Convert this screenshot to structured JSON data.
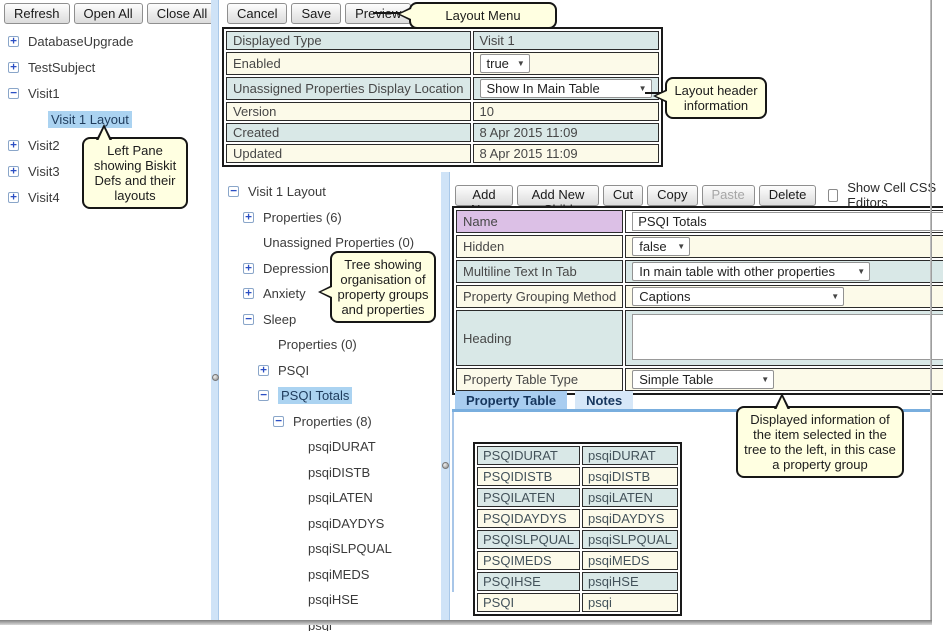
{
  "colors": {
    "row_teal": "#d9e8e7",
    "row_cream": "#fcfae9",
    "name_label_lavender": "#dcc0e6",
    "selection_blue": "#abd3f1",
    "divider_blue": "#cfe3f7",
    "tab_active_blue": "#a9cdf0",
    "tab_underline_blue": "#79aede",
    "callout_yellow": "#ffffe1"
  },
  "left_pane": {
    "toolbar": [
      {
        "label": "Refresh"
      },
      {
        "label": "Open All"
      },
      {
        "label": "Close All"
      }
    ],
    "tree": [
      {
        "label": "DatabaseUpgrade",
        "toggle": "plus",
        "level": 0,
        "selected": false
      },
      {
        "label": "TestSubject",
        "toggle": "plus",
        "level": 0,
        "selected": false
      },
      {
        "label": "Visit1",
        "toggle": "minus",
        "level": 0,
        "selected": false
      },
      {
        "label": "Visit 1 Layout",
        "toggle": "none",
        "level": 1,
        "selected": true
      },
      {
        "label": "Visit2",
        "toggle": "plus",
        "level": 0,
        "selected": false
      },
      {
        "label": "Visit3",
        "toggle": "plus",
        "level": 0,
        "selected": false
      },
      {
        "label": "Visit4",
        "toggle": "plus",
        "level": 0,
        "selected": false
      }
    ]
  },
  "layout_menu": {
    "buttons": [
      {
        "label": "Cancel"
      },
      {
        "label": "Save"
      },
      {
        "label": "Preview"
      }
    ]
  },
  "header_table": {
    "rows": [
      {
        "label": "Displayed Type",
        "value": "Visit 1",
        "control": "text"
      },
      {
        "label": "Enabled",
        "value": "true",
        "control": "select"
      },
      {
        "label": "Unassigned Properties Display Location",
        "value": "Show In Main Table",
        "control": "select"
      },
      {
        "label": "Version",
        "value": "10",
        "control": "text"
      },
      {
        "label": "Created",
        "value": "8 Apr 2015 11:09",
        "control": "text"
      },
      {
        "label": "Updated",
        "value": "8 Apr 2015 11:09",
        "control": "text"
      }
    ]
  },
  "layout_tree": [
    {
      "label": "Visit 1 Layout",
      "toggle": "minus",
      "level": 0,
      "selected": false
    },
    {
      "label": "Properties (6)",
      "toggle": "plus",
      "level": 1,
      "selected": false
    },
    {
      "label": "Unassigned Properties (0)",
      "toggle": "none",
      "level": 1,
      "selected": false
    },
    {
      "label": "Depression",
      "toggle": "plus",
      "level": 1,
      "selected": false
    },
    {
      "label": "Anxiety",
      "toggle": "plus",
      "level": 1,
      "selected": false
    },
    {
      "label": "Sleep",
      "toggle": "minus",
      "level": 1,
      "selected": false
    },
    {
      "label": "Properties (0)",
      "toggle": "none",
      "level": 2,
      "selected": false
    },
    {
      "label": "PSQI",
      "toggle": "plus",
      "level": 2,
      "selected": false
    },
    {
      "label": "PSQI Totals",
      "toggle": "minus",
      "level": 2,
      "selected": true
    },
    {
      "label": "Properties (8)",
      "toggle": "minus",
      "level": 3,
      "selected": false
    },
    {
      "label": "psqiDURAT",
      "toggle": "none",
      "level": 4,
      "selected": false
    },
    {
      "label": "psqiDISTB",
      "toggle": "none",
      "level": 4,
      "selected": false
    },
    {
      "label": "psqiLATEN",
      "toggle": "none",
      "level": 4,
      "selected": false
    },
    {
      "label": "psqiDAYDYS",
      "toggle": "none",
      "level": 4,
      "selected": false
    },
    {
      "label": "psqiSLPQUAL",
      "toggle": "none",
      "level": 4,
      "selected": false
    },
    {
      "label": "psqiMEDS",
      "toggle": "none",
      "level": 4,
      "selected": false
    },
    {
      "label": "psqiHSE",
      "toggle": "none",
      "level": 4,
      "selected": false
    },
    {
      "label": "psqi",
      "toggle": "none",
      "level": 4,
      "selected": false
    }
  ],
  "detail_pane": {
    "toolbar": [
      {
        "label": "Add New",
        "disabled": false
      },
      {
        "label": "Add New Child",
        "disabled": false
      },
      {
        "label": "Cut",
        "disabled": false
      },
      {
        "label": "Copy",
        "disabled": false
      },
      {
        "label": "Paste",
        "disabled": true
      },
      {
        "label": "Delete",
        "disabled": false
      }
    ],
    "css_checkbox": {
      "label": "Show Cell CSS Editors",
      "checked": false
    },
    "form": [
      {
        "label": "Name",
        "control": "input",
        "value": "PSQI Totals"
      },
      {
        "label": "Hidden",
        "control": "select",
        "value": "false"
      },
      {
        "label": "Multiline Text In Tab",
        "control": "select",
        "value": "In main table with other properties"
      },
      {
        "label": "Property Grouping Method",
        "control": "select",
        "value": "Captions"
      },
      {
        "label": "Heading",
        "control": "textarea",
        "value": ""
      },
      {
        "label": "Property Table Type",
        "control": "select",
        "value": "Simple Table"
      }
    ],
    "tabs": [
      {
        "label": "Property Table",
        "active": true
      },
      {
        "label": "Notes",
        "active": false
      }
    ],
    "property_table": {
      "rows": [
        [
          "PSQIDURAT",
          "psqiDURAT"
        ],
        [
          "PSQIDISTB",
          "psqiDISTB"
        ],
        [
          "PSQILATEN",
          "psqiLATEN"
        ],
        [
          "PSQIDAYDYS",
          "psqiDAYDYS"
        ],
        [
          "PSQISLPQUAL",
          "psqiSLPQUAL"
        ],
        [
          "PSQIMEDS",
          "psqiMEDS"
        ],
        [
          "PSQIHSE",
          "psqiHSE"
        ],
        [
          "PSQI",
          "psqi"
        ]
      ]
    }
  },
  "callouts": {
    "layout_menu": {
      "text": "Layout Menu"
    },
    "left_pane": {
      "text": "Left Pane showing Biskit Defs and their layouts"
    },
    "header_info": {
      "text": "Layout header information"
    },
    "tree_info": {
      "text": "Tree showing organisation of property groups and properties"
    },
    "detail_info": {
      "text": "Displayed information of the item selected in the tree to the left, in this case a property group"
    }
  }
}
